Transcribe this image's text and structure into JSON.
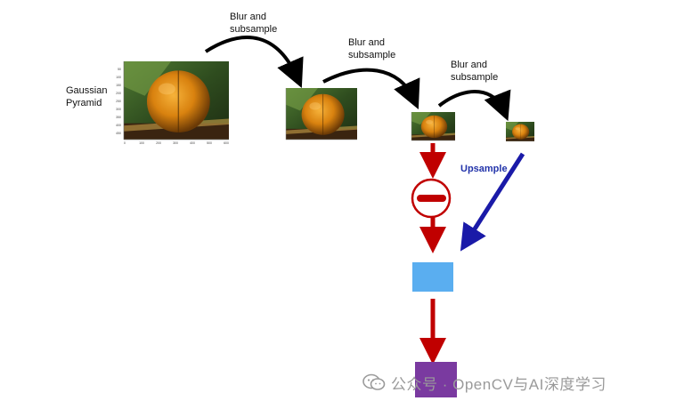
{
  "labels": {
    "pyramid_line1": "Gaussian",
    "pyramid_line2": "Pyramid",
    "step1_line1": "Blur and",
    "step1_line2": "subsample",
    "step2_line1": "Blur and",
    "step2_line2": "subsample",
    "step3_line1": "Blur and",
    "step3_line2": "subsample",
    "upsample": "Upsample"
  },
  "image_axis_ticks": {
    "y": [
      "50",
      "100",
      "150",
      "200",
      "250",
      "300",
      "350",
      "400",
      "450"
    ],
    "x": [
      "0",
      "100",
      "200",
      "300",
      "400",
      "500",
      "600"
    ]
  },
  "watermark": {
    "text": "公众号 · OpenCV与AI深度学习",
    "icon": "wechat-icon"
  },
  "colors": {
    "black_arrow": "#000000",
    "red_arrow": "#c00000",
    "blue_arrow": "#1a1aa8",
    "subtract_ring": "#c00000",
    "result_box": "#5aaef0",
    "final_box": "#7a3aa0"
  }
}
